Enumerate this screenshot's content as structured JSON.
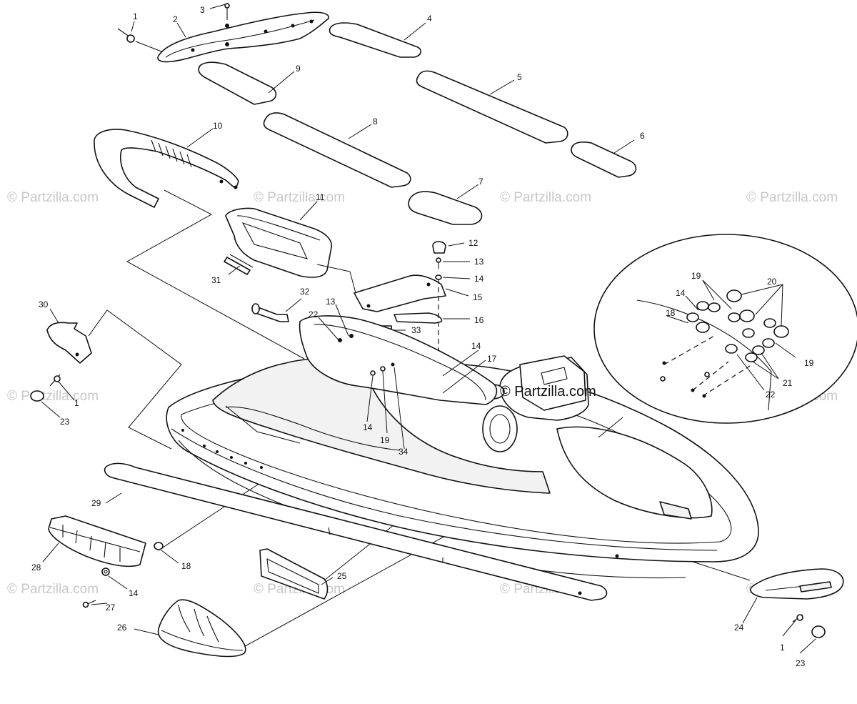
{
  "watermark": "© Partzilla.com",
  "watermark_main": "© Partzilla.com",
  "callouts": {
    "c1a": "1",
    "c1b": "1",
    "c1c": "1",
    "c2": "2",
    "c3": "3",
    "c4": "4",
    "c5": "5",
    "c6": "6",
    "c7": "7",
    "c8": "8",
    "c9": "9",
    "c10": "10",
    "c11": "11",
    "c12": "12",
    "c13a": "13",
    "c13b": "13",
    "c14a": "14",
    "c14b": "14",
    "c14c": "14",
    "c14d": "14",
    "c14e": "14",
    "c15": "15",
    "c16": "16",
    "c17": "17",
    "c18a": "18",
    "c18b": "18",
    "c19a": "19",
    "c19b": "19",
    "c19c": "19",
    "c20": "20",
    "c21": "21",
    "c22a": "22",
    "c22b": "22",
    "c23a": "23",
    "c23b": "23",
    "c24": "24",
    "c25": "25",
    "c26": "26",
    "c27": "27",
    "c28": "28",
    "c29": "29",
    "c30": "30",
    "c31": "31",
    "c32": "32",
    "c33": "33",
    "c34": "34"
  }
}
